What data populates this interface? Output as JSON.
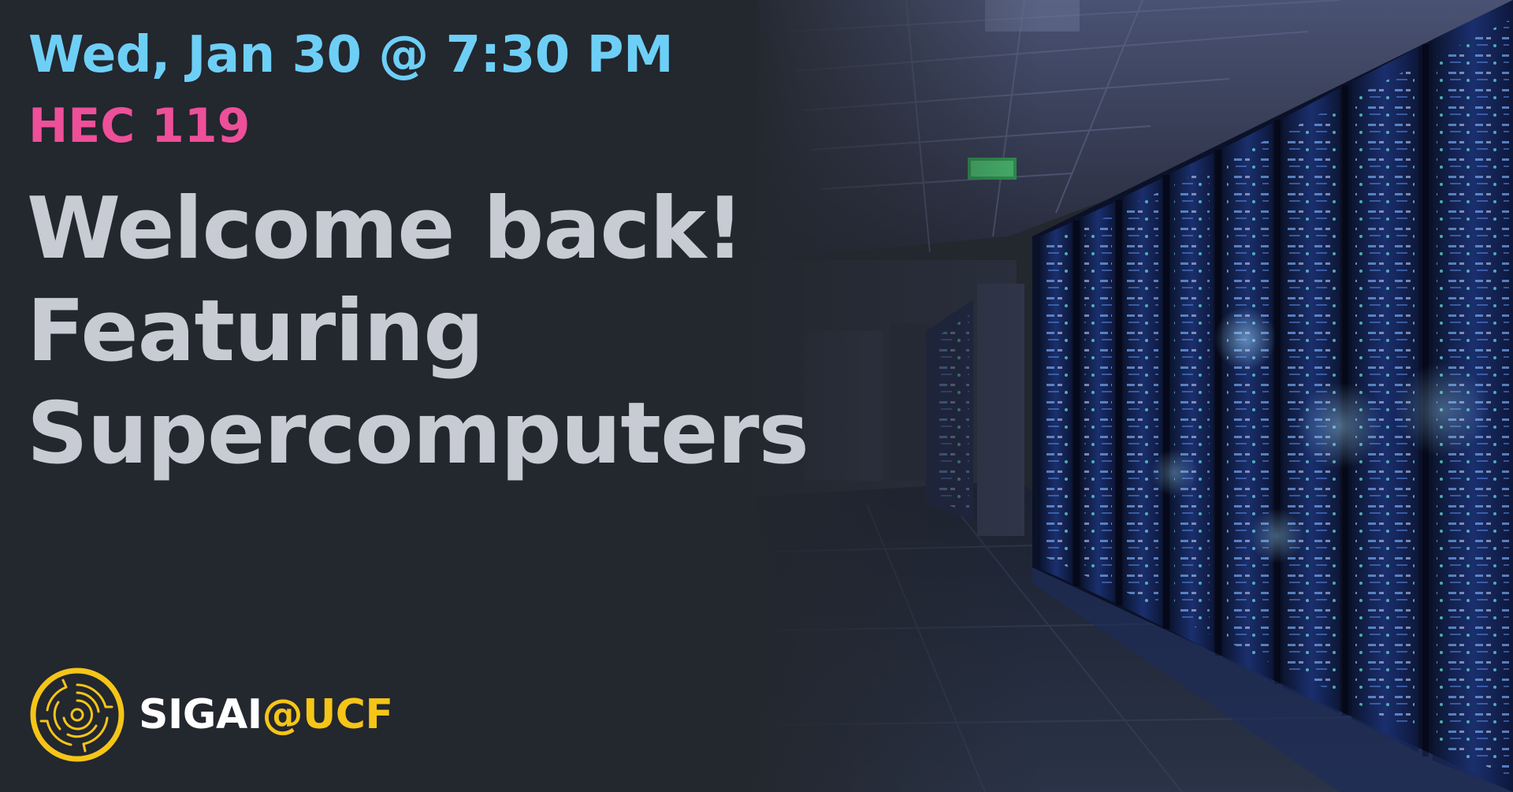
{
  "event": {
    "datetime": "Wed, Jan 30 @ 7:30 PM",
    "location": "HEC 119",
    "headline_lines": [
      "Welcome back!",
      "Featuring",
      "Supercomputers"
    ]
  },
  "logo": {
    "name": "SIGAI",
    "at_ucf": "@UCF",
    "icon": "circuit-ring-icon"
  },
  "photo": {
    "subject": "server-room-photo"
  },
  "colors": {
    "background": "#23272e",
    "datetime": "#6ecff6",
    "location": "#ee4f99",
    "headline": "#c8cbd4",
    "logo_yellow": "#f5c518",
    "logo_white": "#ffffff",
    "server_glow": "#4a78d8"
  }
}
